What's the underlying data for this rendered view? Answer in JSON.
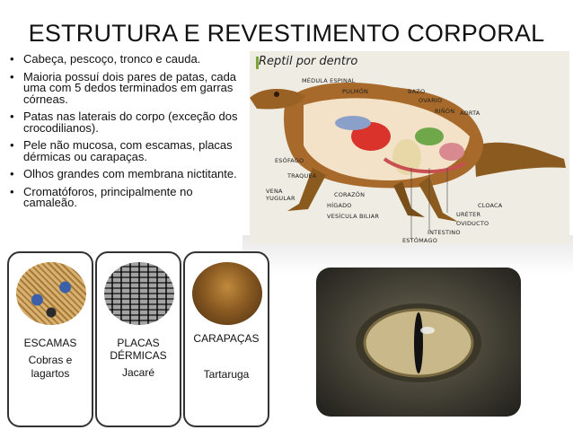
{
  "title": "ESTRUTURA E REVESTIMENTO CORPORAL",
  "bullets": [
    "Cabeça, pescoço, tronco e cauda.",
    "Maioria possuí dois pares de patas, cada uma com 5 dedos terminados em garras córneas.",
    "Patas nas laterais do corpo (exceção dos crocodilianos).",
    "Pele não mucosa, com escamas, placas dérmicas ou carapaças.",
    "Olhos grandes com membrana nictitante.",
    "Cromatóforos, principalmente no camaleão."
  ],
  "diagram": {
    "title": "Reptil por dentro",
    "labels": {
      "medula": "MÉDULA ESPINAL",
      "pulmon": "PULMÓN",
      "bazo": "BAZO",
      "ovario": "OVARIO",
      "rinon": "RIÑÓN",
      "aorta": "AORTA",
      "esofago": "ESÓFAGO",
      "traquea": "TRAQUEA",
      "vena": "VENA YUGULAR",
      "corazon": "CORAZÓN",
      "higado": "HÍGADO",
      "vesicula": "VESÍCULA BILIAR",
      "estomago": "ESTÓMAGO",
      "intestino": "INTESTINO",
      "quiducto": "OVIDUCTO",
      "ureter": "URÉTER",
      "cloaca": "CLOACA"
    }
  },
  "cards": [
    {
      "title": "ESCAMAS",
      "subtitle": "Cobras e lagartos"
    },
    {
      "title": "PLACAS DÉRMICAS",
      "subtitle": "Jacaré"
    },
    {
      "title": "CARAPAÇAS",
      "subtitle": "Tartaruga"
    }
  ],
  "colors": {
    "green": "#7aa636",
    "lizard": "#8b5a1e",
    "eye": "#c9b98a"
  }
}
